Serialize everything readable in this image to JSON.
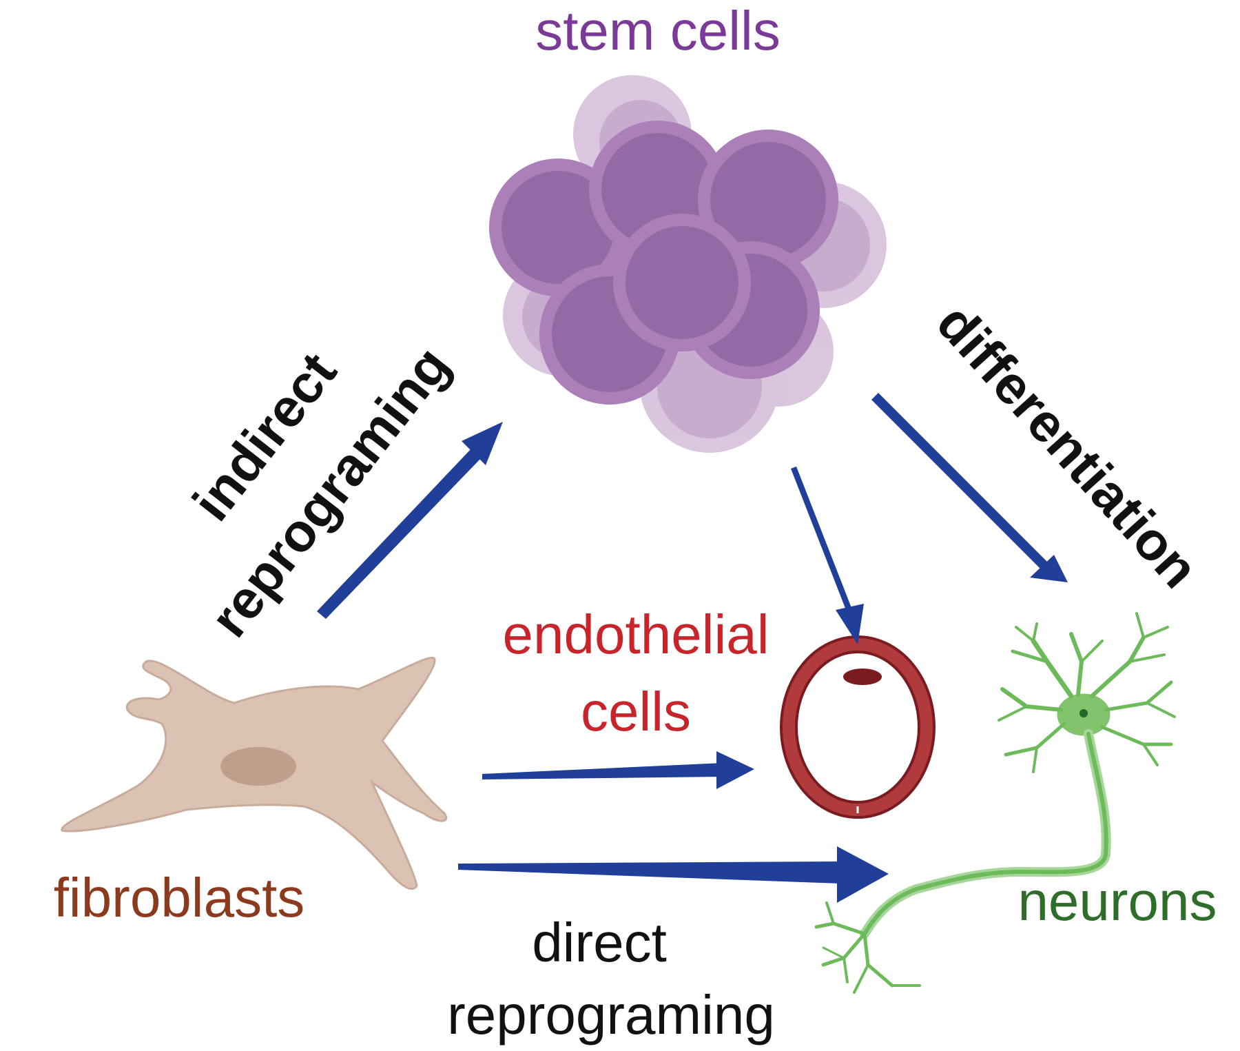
{
  "labels": {
    "stem_cells": "stem cells",
    "indirect_1": "indirect",
    "indirect_2": "reprograming",
    "differentiation": "differentiation",
    "endothelial_1": "endothelial",
    "endothelial_2": "cells",
    "fibroblasts": "fibroblasts",
    "neurons": "neurons",
    "direct_1": "direct",
    "direct_2": "reprograming"
  },
  "colors": {
    "stem": "#7b3a98",
    "endothelial": "#c8242b",
    "fibroblast": "#8b3a1e",
    "neuron": "#2f6d2b",
    "arrow": "#1f3f98",
    "text": "#111111"
  },
  "icons": {
    "stem_cluster": "stem-cell-cluster-icon",
    "fibroblast": "fibroblast-cell-icon",
    "endothelial": "endothelial-cell-icon",
    "neuron": "neuron-icon"
  }
}
